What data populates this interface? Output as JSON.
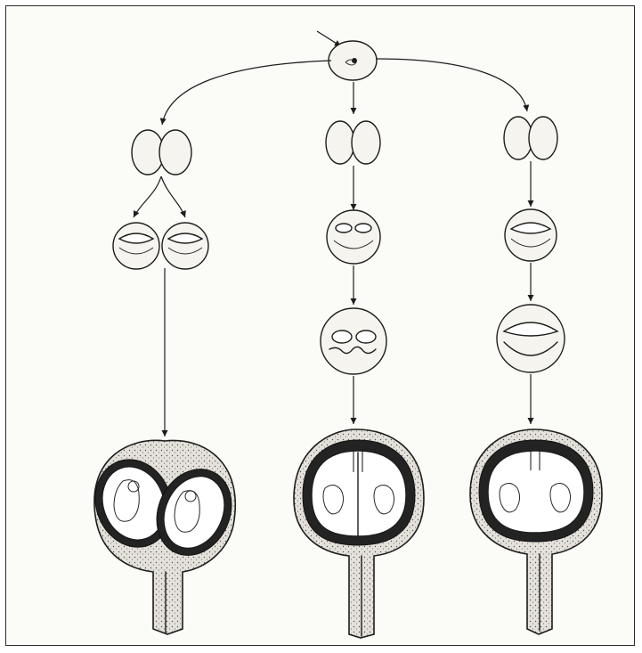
{
  "figure": {
    "columns": [
      {
        "id": "left"
      },
      {
        "id": "middle"
      },
      {
        "id": "right"
      }
    ],
    "colors": {
      "ink": "#1d1d1d",
      "paper": "#fbfbf8",
      "membrane": "#d9d6cf",
      "placenta": "#232323"
    }
  }
}
